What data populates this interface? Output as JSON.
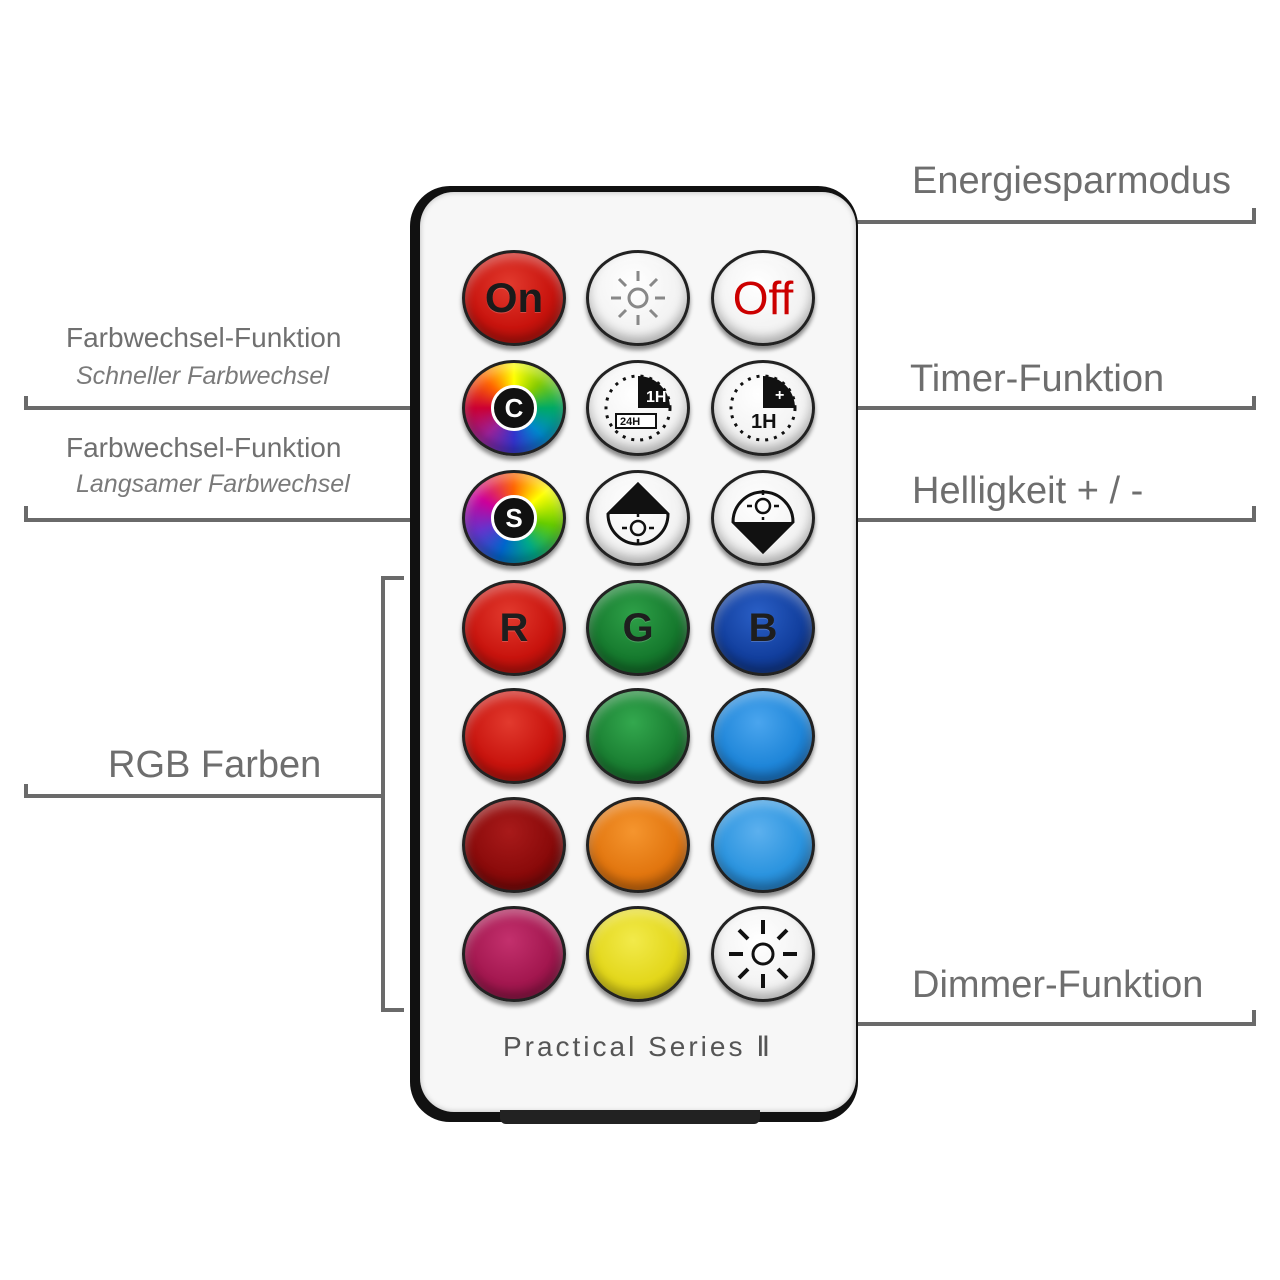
{
  "remote": {
    "brand": "Practical Series Ⅱ",
    "buttons": {
      "on": "On",
      "off": "Off",
      "color_fast": "C",
      "color_slow": "S",
      "timer_24h": "24H",
      "timer_1h": "1H",
      "red": "R",
      "green": "G",
      "blue": "B"
    },
    "colors": {
      "on": "#c8130d",
      "red": "#c8130d",
      "green": "#167a2e",
      "blue": "#123f9e",
      "red2": "#c8130d",
      "green2": "#1a7f32",
      "blue2": "#1f86d9",
      "darkred": "#8a0a0a",
      "orange": "#e2760f",
      "lightblue": "#2b94df",
      "magenta": "#a3174f",
      "yellow": "#e3d71b"
    }
  },
  "annotations": {
    "energy": "Energiesparmodus",
    "color_fast_title": "Farbwechsel-Funktion",
    "color_fast_sub": "Schneller Farbwechsel",
    "timer": "Timer-Funktion",
    "color_slow_title": "Farbwechsel-Funktion",
    "color_slow_sub": "Langsamer Farbwechsel",
    "brightness": "Helligkeit + / -",
    "rgb": "RGB Farben",
    "dimmer": "Dimmer-Funktion"
  }
}
